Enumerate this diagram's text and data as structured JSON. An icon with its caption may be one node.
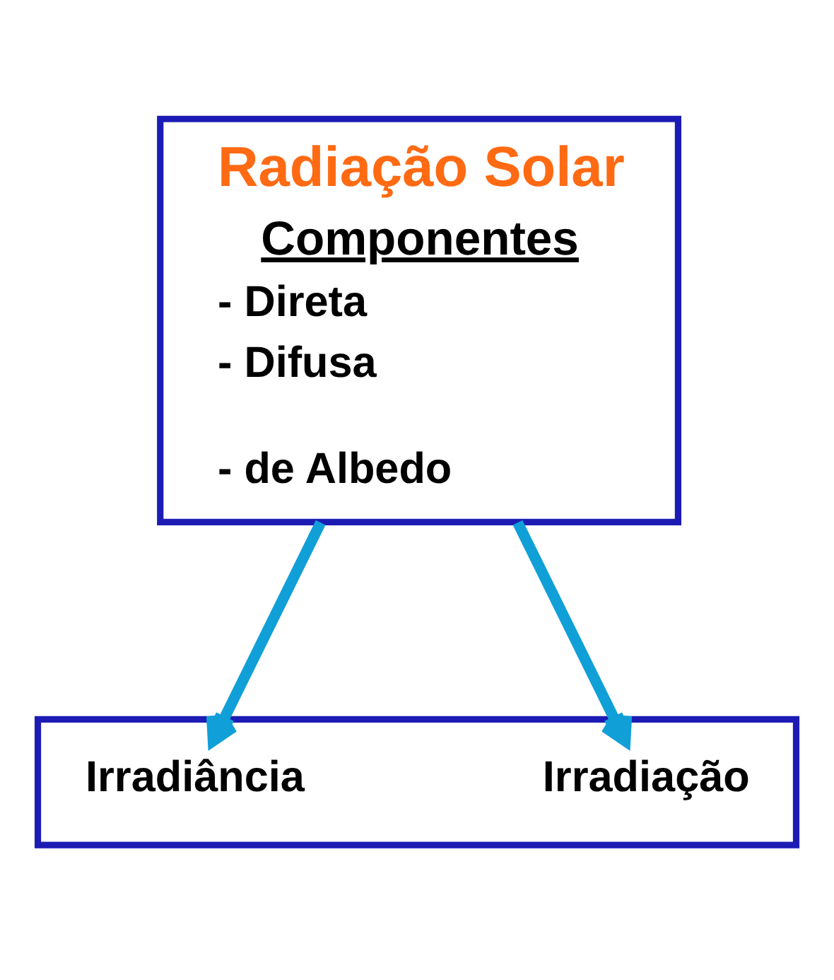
{
  "diagram": {
    "nodes": [
      {
        "text": [
          "Radiação Solar",
          "Componentes",
          "- Direta",
          "- Difusa",
          "- de Albedo"
        ]
      },
      {
        "text": [],
        "shape": "box"
      },
      {
        "text": [
          "Irradiância"
        ],
        "in": 1
      },
      {
        "text": [
          "Irradiação"
        ],
        "in": 1
      }
    ],
    "edges": [
      {
        "from": 0,
        "to": 2,
        "arrow": "to"
      },
      {
        "from": 0,
        "to": 3,
        "arrow": "to"
      }
    ]
  }
}
